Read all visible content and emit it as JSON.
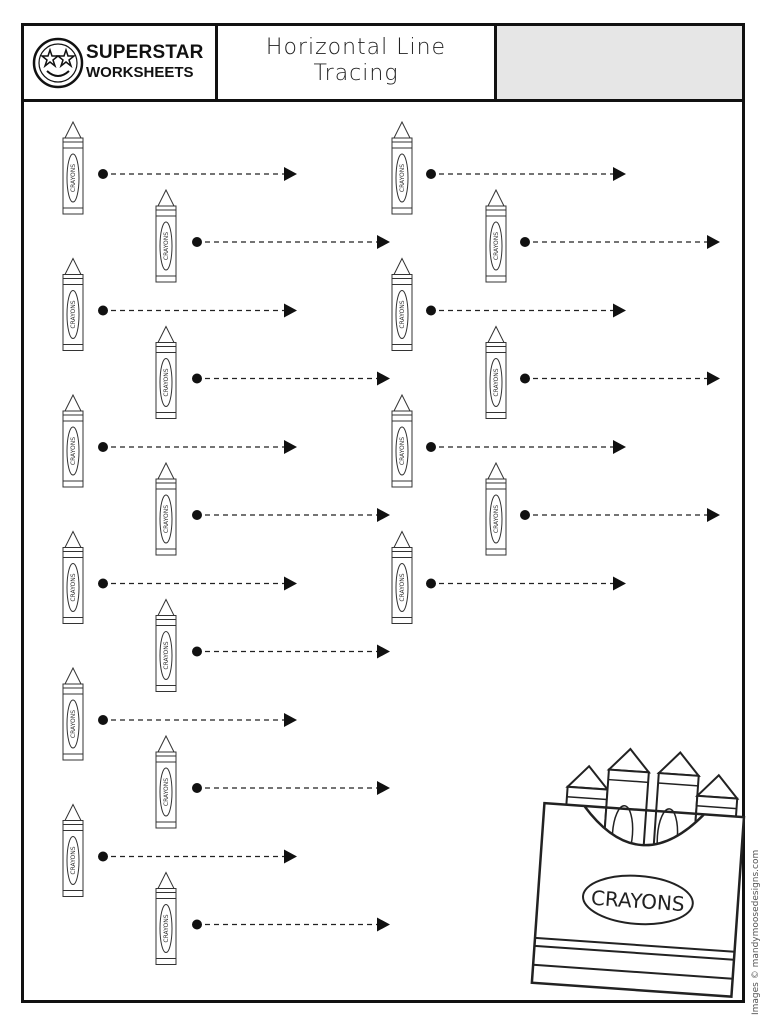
{
  "brand": {
    "line1": "SUPERSTAR",
    "line2": "WORKSHEETS"
  },
  "title": {
    "line1": "Horizontal Line",
    "line2": "Tracing"
  },
  "name_box": "",
  "crayon_label": "CRAYONS",
  "box_label": "CRAYONS",
  "credit": "Images © mandymoosedesigns.com",
  "icons": {
    "logo": "star-face-logo-icon",
    "crayon": "crayon-icon",
    "crayon_box": "crayon-box-icon"
  },
  "colors": {
    "ink": "#111111",
    "name_box_fill": "#e6e6e6"
  }
}
